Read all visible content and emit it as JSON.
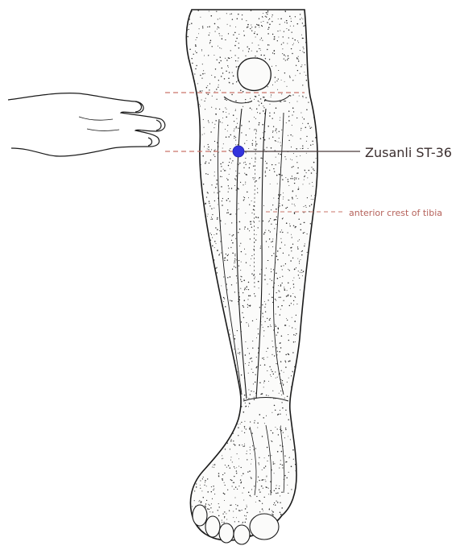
{
  "labels": {
    "point": "Zusanli ST-36",
    "crest": "anterior crest of tibia"
  },
  "colors": {
    "guide_line": "#c9746a",
    "point_marker": "#3333dd",
    "pointer_line": "#4a3a3a",
    "crest_label": "#b5615a",
    "outline": "#1a1a1a",
    "stipple": "#2a2a2a"
  },
  "icons": {
    "point_marker": "blue-dot",
    "hand": "four-finger-hand"
  }
}
